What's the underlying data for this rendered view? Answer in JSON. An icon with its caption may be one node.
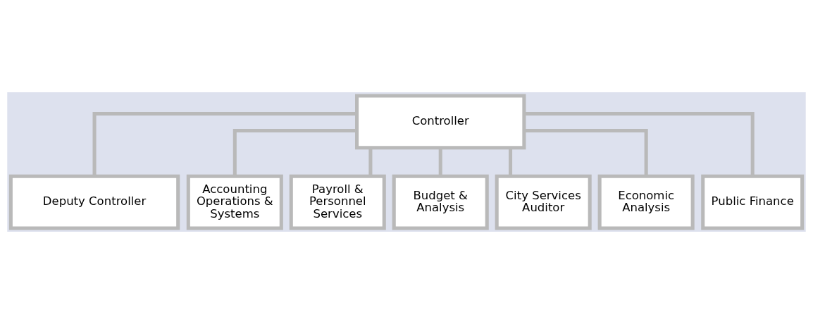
{
  "diagram": {
    "nodes": [
      {
        "text": [
          "Controller"
        ]
      },
      {
        "text": [
          "Deputy Controller"
        ]
      },
      {
        "text": [
          "Accounting Operations & Systems"
        ]
      },
      {
        "text": [
          "Payroll & Personnel Services"
        ]
      },
      {
        "text": [
          "Budget & Analysis"
        ]
      },
      {
        "text": [
          "City Services Auditor"
        ]
      },
      {
        "text": [
          "Economic Analysis"
        ]
      },
      {
        "text": [
          "Public Finance"
        ]
      }
    ],
    "edges": [
      {
        "from": 0,
        "to": 1,
        "arrow": "none"
      },
      {
        "from": 0,
        "to": 2,
        "arrow": "none"
      },
      {
        "from": 0,
        "to": 3,
        "arrow": "none"
      },
      {
        "from": 0,
        "to": 4,
        "arrow": "none"
      },
      {
        "from": 0,
        "to": 5,
        "arrow": "none"
      },
      {
        "from": 0,
        "to": 6,
        "arrow": "none"
      },
      {
        "from": 0,
        "to": 7,
        "arrow": "none"
      }
    ]
  }
}
